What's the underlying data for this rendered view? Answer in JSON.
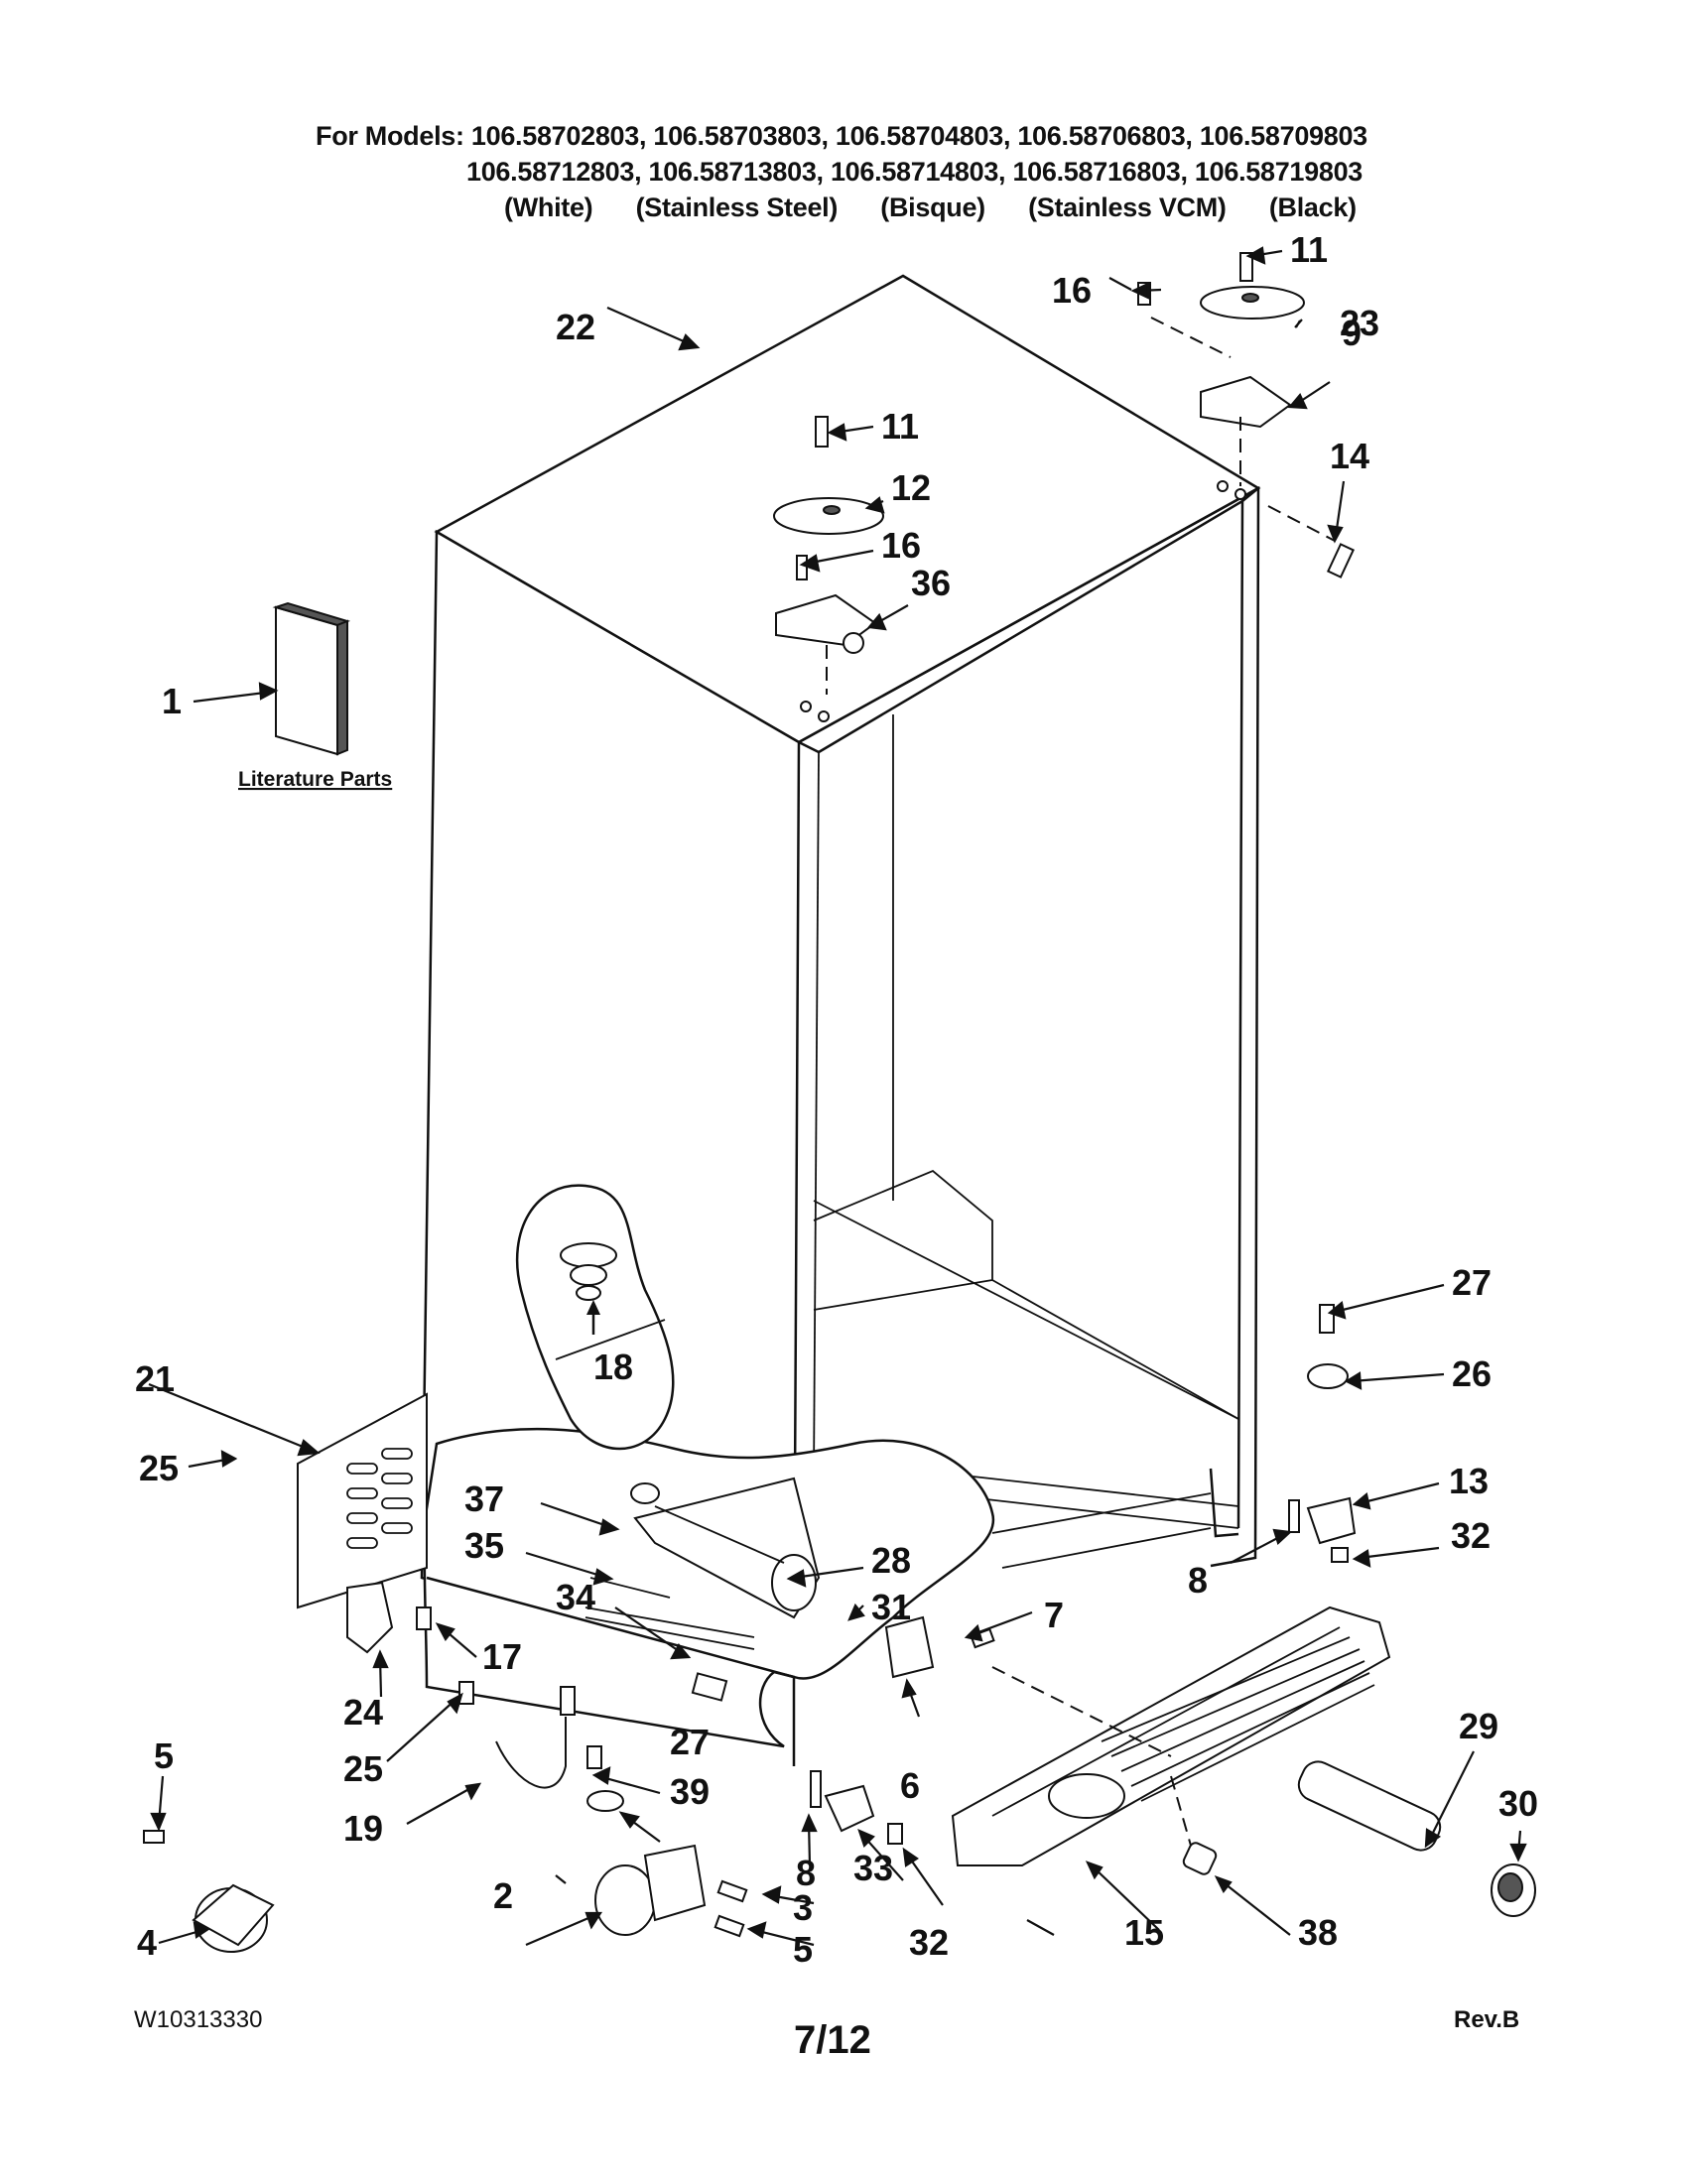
{
  "header": {
    "line1": "For Models: 106.58702803, 106.58703803, 106.58704803, 106.58706803, 106.58709803",
    "line2": "106.58712803, 106.58713803, 106.58714803, 106.58716803, 106.58719803",
    "line3": "(White)      (Stainless Steel)      (Bisque)      (Stainless VCM)      (Black)"
  },
  "literature_label": "Literature Parts",
  "callouts": [
    "1",
    "2",
    "3",
    "4",
    "5",
    "5",
    "6",
    "7",
    "8",
    "8",
    "9",
    "11",
    "11",
    "12",
    "13",
    "14",
    "15",
    "16",
    "16",
    "17",
    "18",
    "19",
    "21",
    "22",
    "23",
    "24",
    "25",
    "25",
    "26",
    "27",
    "27",
    "28",
    "29",
    "30",
    "31",
    "32",
    "32",
    "33",
    "34",
    "35",
    "36",
    "37",
    "38",
    "39"
  ],
  "footer": {
    "doc_number": "W10313330",
    "page": "7/12",
    "revision": "Rev.B"
  }
}
